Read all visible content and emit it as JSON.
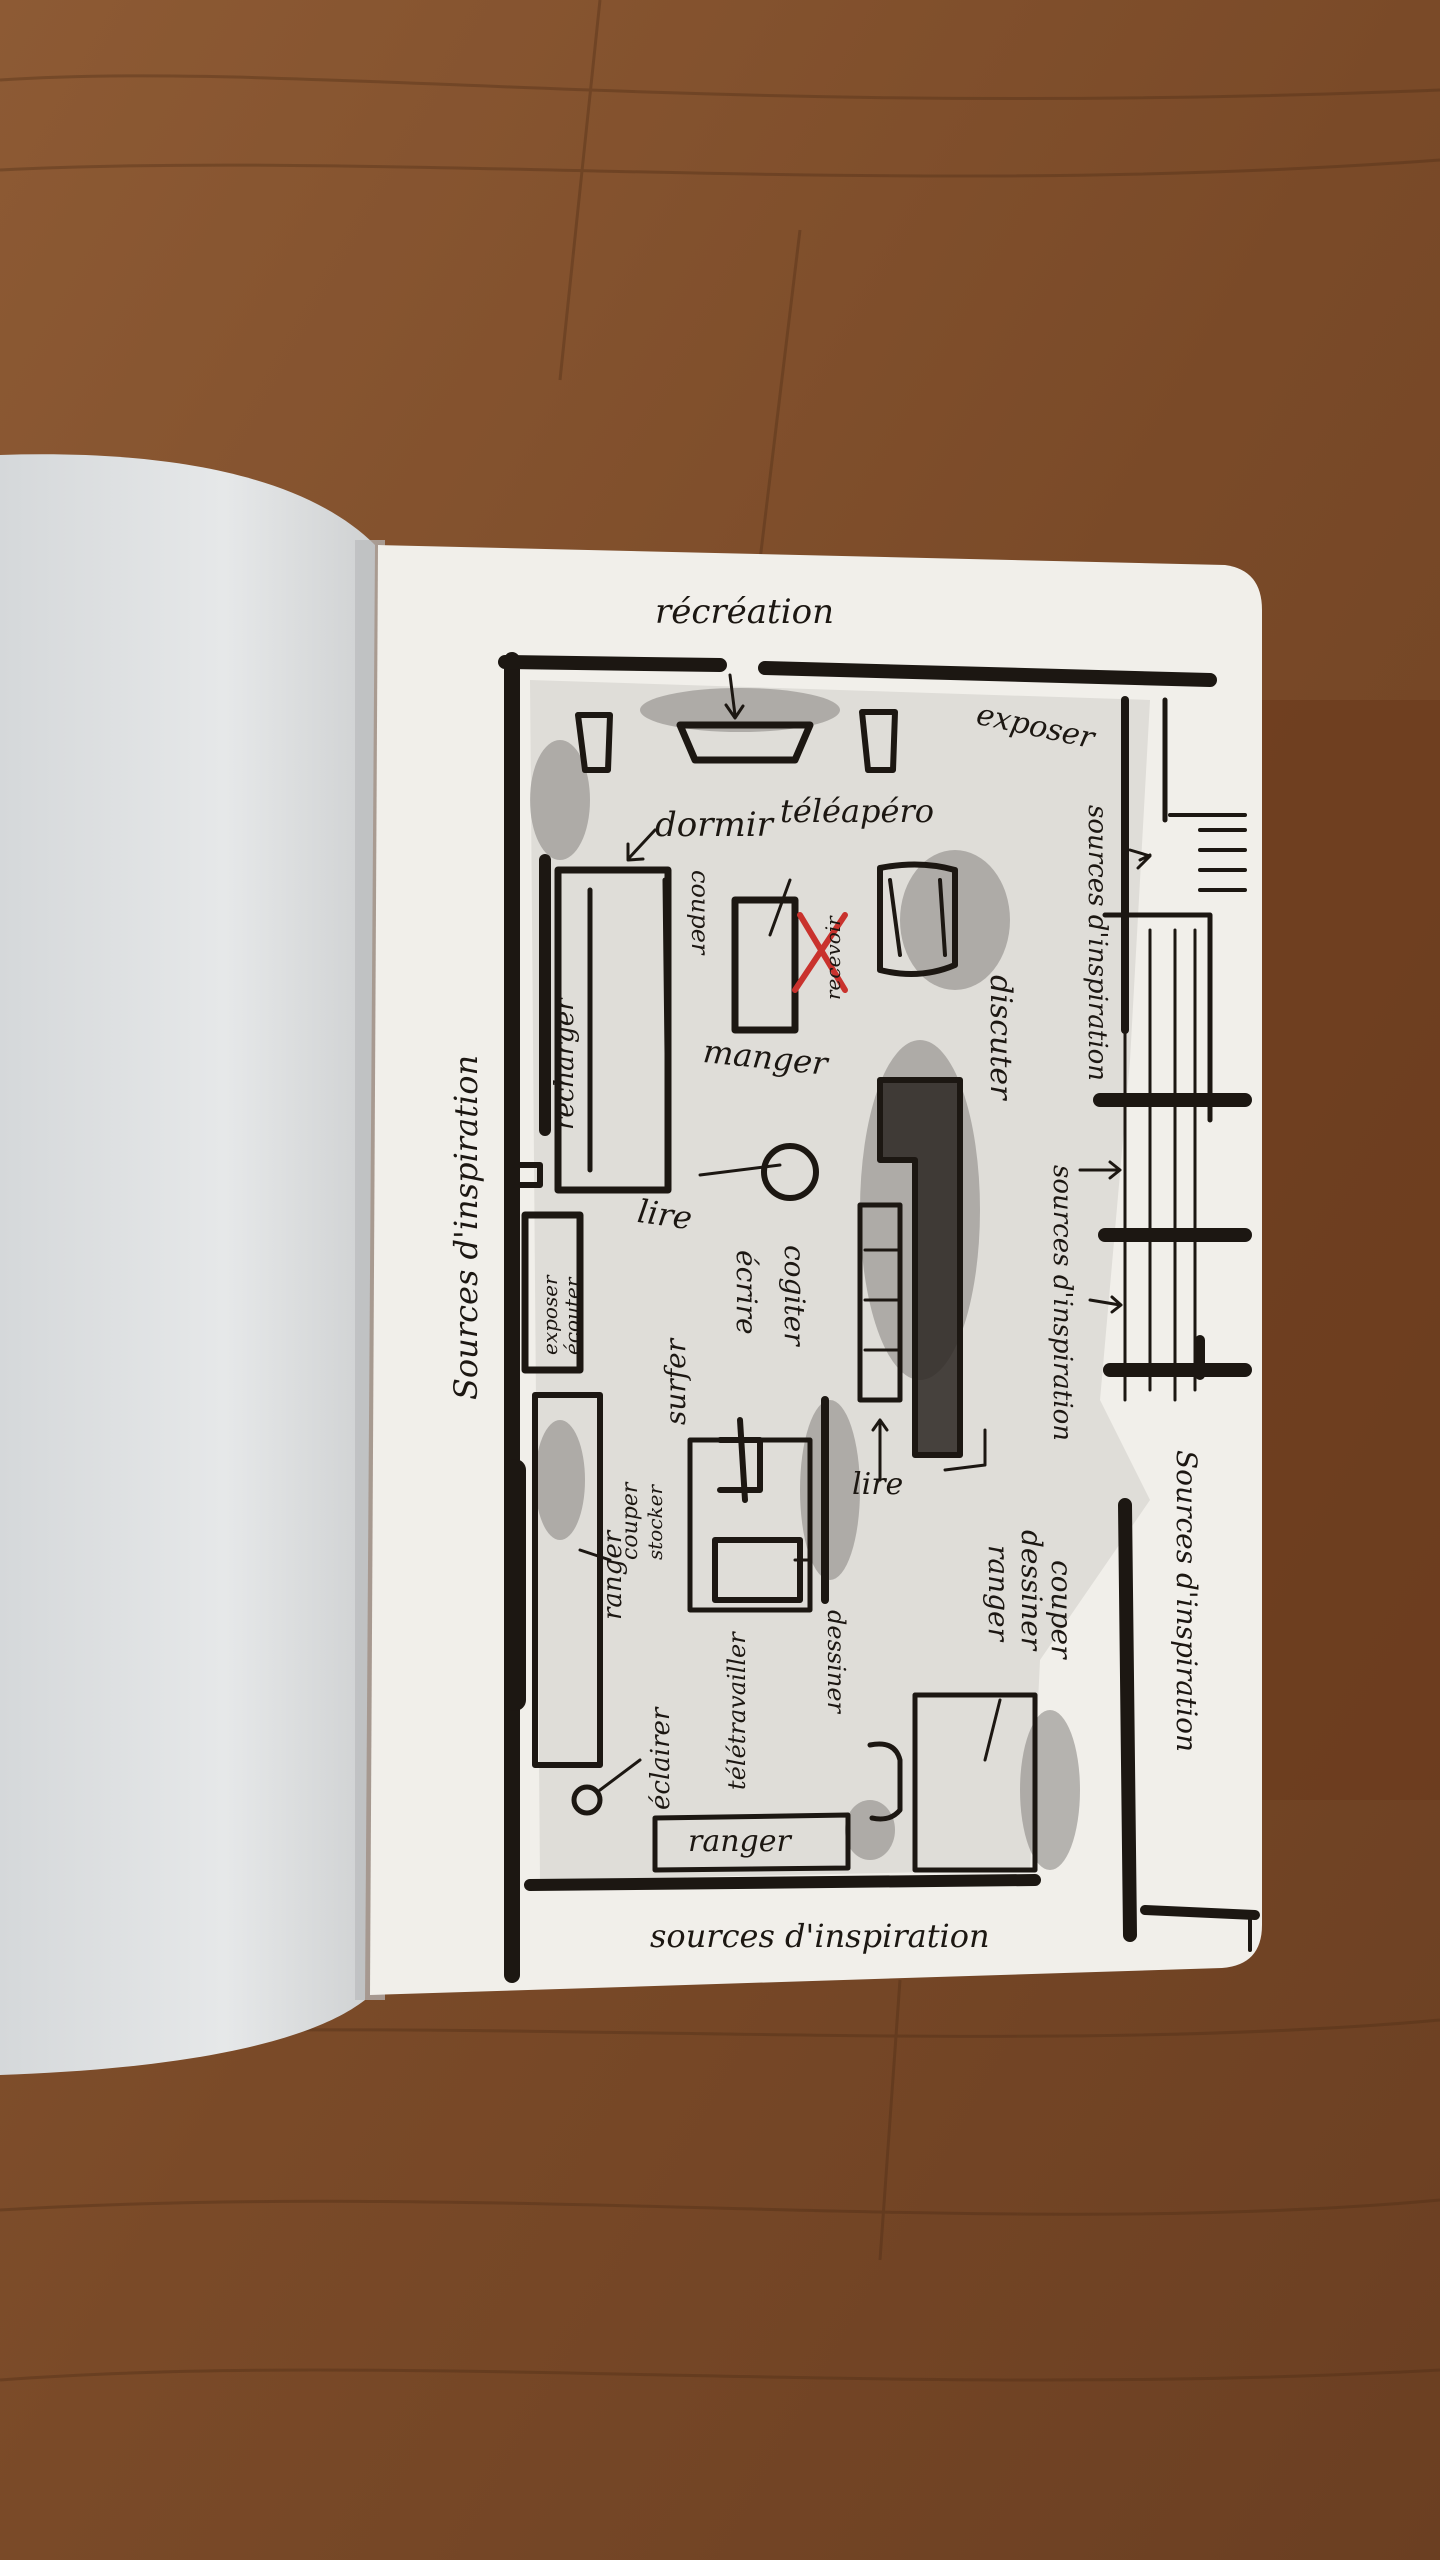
{
  "colors": {
    "wood_dark": "#5a341b",
    "wood_mid": "#8a5631",
    "wood_light": "#a66a3c",
    "paper": "#f1efea",
    "ink": "#1c1712",
    "wash": "#8d8b87",
    "cross_red": "#c9322d"
  },
  "sketch": {
    "labels": {
      "recreation": "récréation",
      "exposer_top": "exposer",
      "dormir": "dormir",
      "teleapero": "téléapéro",
      "couper_bed": "couper",
      "recevoir": "recevoir",
      "manger": "manger",
      "discuter": "discuter",
      "sources_top_right": "sources d'inspiration",
      "recharger": "recharger",
      "lire_chair": "lire",
      "sources_mid_right": "sources d'inspiration",
      "exposer_ecouter_1": "exposer",
      "exposer_ecouter_2": "écouter",
      "surfer": "surfer",
      "ecrire": "écrire",
      "cogiter": "cogiter",
      "lire_desk": "lire",
      "sources_left": "Sources d'inspiration",
      "ranger_couper_stocker_1": "ranger",
      "ranger_couper_stocker_2": "couper",
      "ranger_couper_stocker_3": "stocker",
      "couper_dessiner_ranger_1": "couper",
      "couper_dessiner_ranger_2": "dessiner",
      "couper_dessiner_ranger_3": "ranger",
      "sources_far_right": "Sources d'inspiration",
      "eclairer": "éclairer",
      "teletravailler": "télétravailler",
      "dessiner_bottom": "dessiner",
      "ranger_bottom": "ranger",
      "sources_bottom": "sources d'inspiration"
    }
  }
}
